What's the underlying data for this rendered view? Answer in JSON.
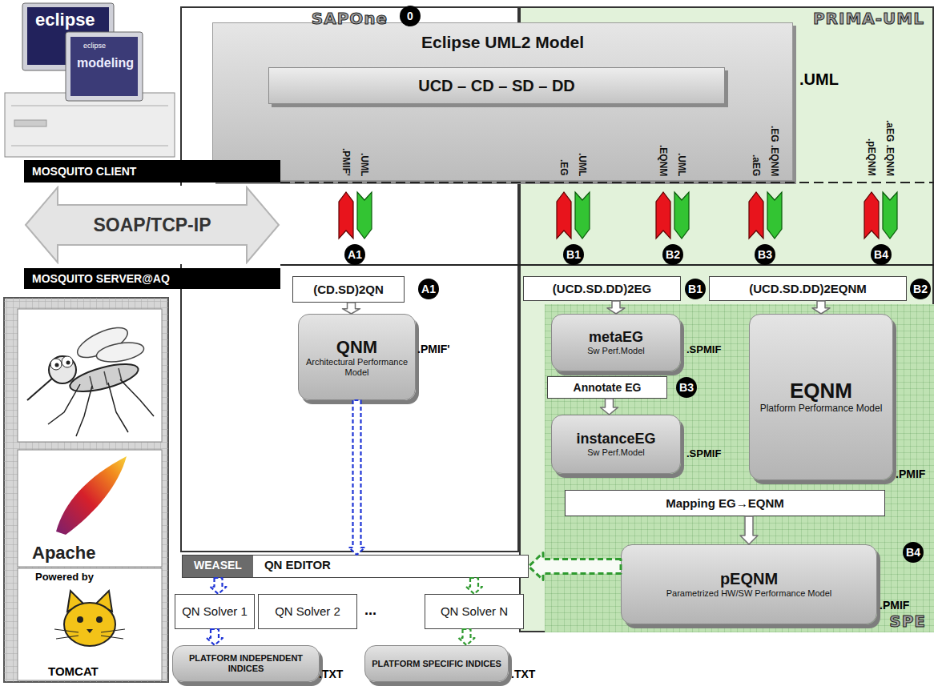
{
  "diagram": {
    "nodes": [
      {
        "text": [
          "SAPOne"
        ]
      },
      {
        "text": [
          "PRIMA-UML"
        ]
      },
      {
        "text": [
          "Eclipse UML2 Model"
        ]
      },
      {
        "text": [
          "UCD – CD – SD – DD"
        ],
        "in": 2
      },
      {
        "text": [
          "MOSQUITO CLIENT"
        ]
      },
      {
        "text": [
          "SOAP/TCP-IP"
        ]
      },
      {
        "text": [
          "MOSQUITO SERVER@AQ"
        ]
      },
      {
        "text": [
          "(CD.SD)2QN"
        ],
        "in": 0
      },
      {
        "text": [
          "QNM",
          "Architectural Performance Model"
        ],
        "in": 0
      },
      {
        "text": [
          "(UCD.SD.DD)2EG"
        ],
        "in": 1
      },
      {
        "text": [
          "(UCD.SD.DD)2EQNM"
        ],
        "in": 1
      },
      {
        "text": [
          "SPE"
        ],
        "in": 1
      },
      {
        "text": [
          "metaEG",
          "Sw Perf.Model"
        ],
        "in": 11
      },
      {
        "text": [
          "Annotate EG"
        ],
        "in": 11
      },
      {
        "text": [
          "instanceEG",
          "Sw Perf.Model"
        ],
        "in": 11
      },
      {
        "text": [
          "EQNM",
          "Platform Performance Model"
        ],
        "in": 11
      },
      {
        "text": [
          "Mapping EG→EQNM"
        ],
        "in": 11
      },
      {
        "text": [
          "pEQNM",
          "Parametrized HW/SW Performance Model"
        ],
        "in": 11
      },
      {
        "text": [
          "WEASEL",
          "QN EDITOR"
        ]
      },
      {
        "text": [
          "QN Solver 1"
        ]
      },
      {
        "text": [
          "QN Solver 2"
        ]
      },
      {
        "text": [
          "QN Solver N"
        ]
      },
      {
        "text": [
          "PLATFORM INDEPENDENT INDICES"
        ]
      },
      {
        "text": [
          "PLATFORM SPECIFIC INDICES"
        ]
      }
    ],
    "edges": [
      {
        "from": 7,
        "to": 8,
        "arrow": "to"
      },
      {
        "from": 9,
        "to": 12,
        "arrow": "to"
      },
      {
        "from": 10,
        "to": 15,
        "arrow": "to"
      },
      {
        "from": 13,
        "to": 14,
        "arrow": "to"
      },
      {
        "from": 16,
        "to": 17,
        "arrow": "to"
      },
      {
        "from": 8,
        "to": 18,
        "arrow": "to"
      },
      {
        "from": 18,
        "to": 19,
        "arrow": "to"
      },
      {
        "from": 19,
        "to": 22,
        "arrow": "to"
      },
      {
        "from": 17,
        "to": 18,
        "arrow": "to"
      },
      {
        "from": 18,
        "to": 21,
        "arrow": "to"
      },
      {
        "from": 21,
        "to": 23,
        "arrow": "to"
      }
    ],
    "labels": [
      "eclipse",
      "eclipse",
      "modeling",
      "0",
      ".UML",
      ".PMIF'",
      ".UML",
      ".EG",
      ".UML",
      ".EQNM",
      ".UML",
      ".aEG",
      ".EG .EQNM",
      ".pEQNM",
      ".aEG .EQNM",
      "A1",
      "B1",
      "B2",
      "B3",
      "B4",
      "A1",
      ".PMIF'",
      "B1",
      "B2",
      ".SPMIF",
      "B3",
      ".SPMIF",
      ".PMIF",
      "...",
      "B4",
      ".PMIF",
      ".TXT",
      ".TXT",
      "Apache",
      "Powered by",
      "TOMCAT"
    ]
  }
}
